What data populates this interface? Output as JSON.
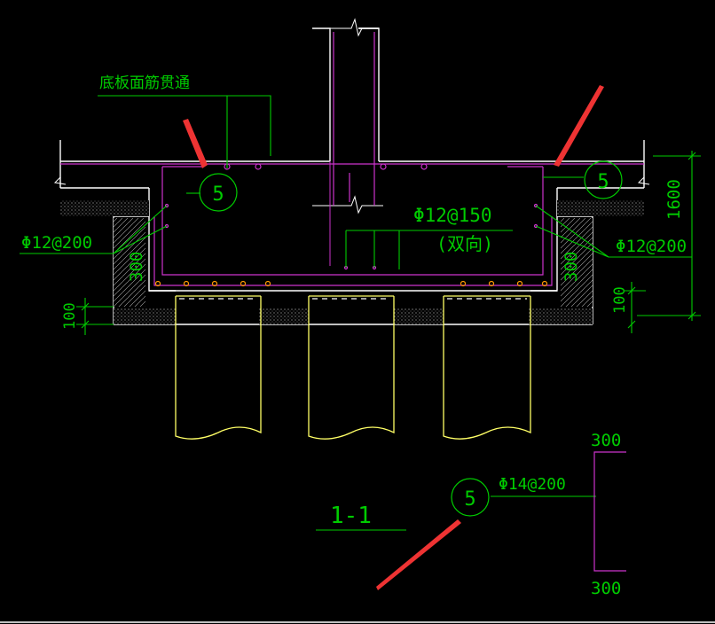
{
  "labels": {
    "top_rebar_note": "底板面筋贯通",
    "left_rebar": "Φ12@200",
    "right_rebar": "Φ12@200",
    "mid_rebar": "Φ12@150",
    "mid_rebar_note": "(双向)",
    "detail_rebar": "Φ14@200",
    "section": "1-1"
  },
  "dimensions": {
    "height_total": "1600",
    "left_wall": "300",
    "right_wall": "300",
    "left_bed": "100",
    "right_bed": "100",
    "detail_top": "300",
    "detail_bottom": "300"
  },
  "bubbles": {
    "left": "5",
    "right": "5",
    "detail": "5"
  },
  "colors": {
    "background": "#000000",
    "concrete": "#ffffff",
    "rebar": "#cc33cc",
    "annotation": "#00cc00",
    "pile": "#ffff66",
    "arrow": "#ee3333",
    "dots": "#ff9900"
  }
}
